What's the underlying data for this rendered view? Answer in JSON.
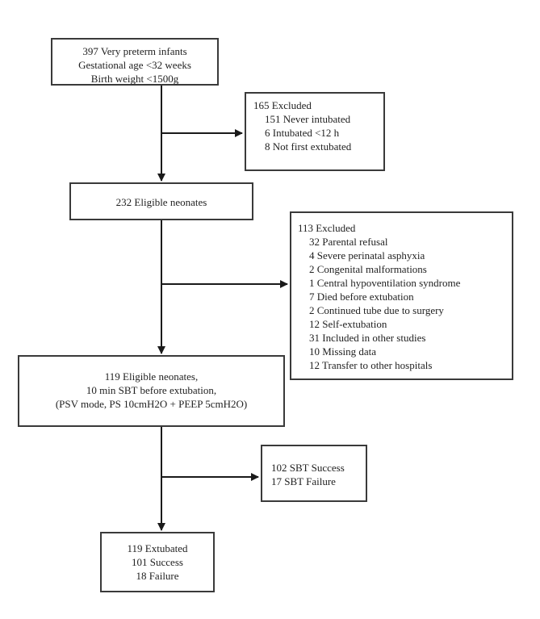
{
  "boxes": {
    "start": {
      "lines": [
        "397 Very preterm infants",
        "Gestational age <32 weeks",
        "Birth weight <1500g"
      ]
    },
    "excluded_first": {
      "title": "165 Excluded",
      "items": [
        "151 Never intubated",
        "6 Intubated <12 h",
        "8 Not first extubated"
      ]
    },
    "eligible": {
      "lines": [
        "232 Eligible neonates"
      ]
    },
    "excluded_second": {
      "title": "113 Excluded",
      "items": [
        "32 Parental refusal",
        "4 Severe perinatal asphyxia",
        "2 Congenital malformations",
        "1 Central hypoventilation syndrome",
        "7 Died before extubation",
        "2 Continued tube due to surgery",
        "12 Self-extubation",
        "31 Included in other studies",
        "10 Missing data",
        "12 Transfer to other hospitals"
      ]
    },
    "sbt": {
      "lines": [
        "119 Eligible neonates,",
        "10 min SBT before extubation,",
        "(PSV mode, PS 10cmH2O + PEEP 5cmH2O)"
      ]
    },
    "sbt_result": {
      "lines": [
        "102 SBT Success",
        "17 SBT Failure"
      ]
    },
    "extubated": {
      "title": "119 Extubated",
      "items": [
        "101 Success",
        "18 Failure"
      ]
    }
  },
  "colors": {
    "line": "#3a3a3a",
    "arrow": "#1a1a1a"
  }
}
